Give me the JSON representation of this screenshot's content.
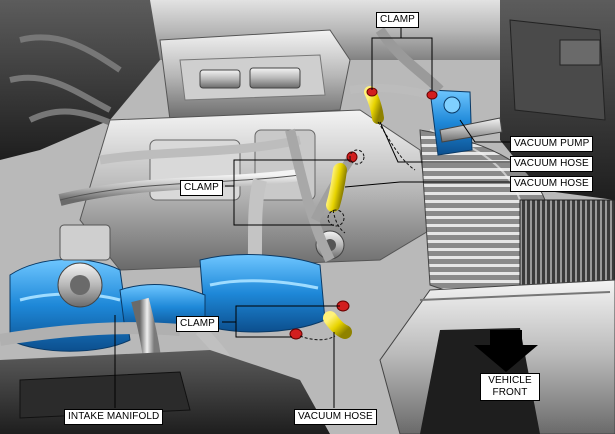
{
  "labels": {
    "clamp_top": "CLAMP",
    "clamp_mid": "CLAMP",
    "clamp_low": "CLAMP",
    "vacuum_pump": "VACUUM PUMP",
    "vacuum_hose_1": "VACUUM HOSE",
    "vacuum_hose_2": "VACUUM HOSE",
    "vacuum_hose_bottom": "VACUUM HOSE",
    "intake_manifold": "INTAKE MANIFOLD",
    "vehicle_front_line1": "VEHICLE",
    "vehicle_front_line2": "FRONT"
  },
  "colors": {
    "hose_highlight": "#e8d400",
    "clamp_highlight": "#d21e1e",
    "manifold_highlight": "#1e88d8",
    "engine_grey": "#9a9a9a"
  },
  "icons": {
    "direction_arrow": "down-arrow-icon"
  }
}
